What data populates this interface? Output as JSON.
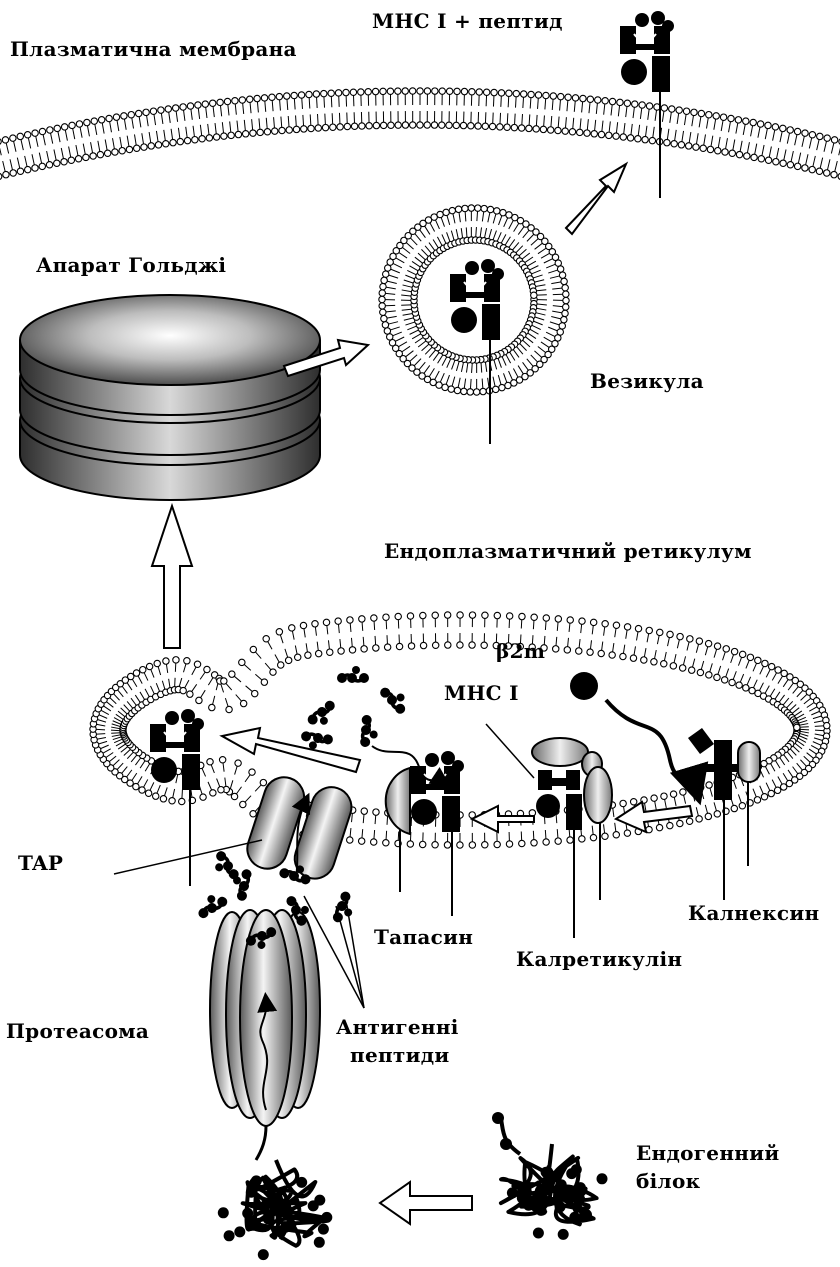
{
  "labels": {
    "plasma_membrane": "Плазматична мембрана",
    "mhc_peptide": "MHC I + пептид",
    "golgi": "Апарат Гольджі",
    "vesicle": "Везикула",
    "er": "Ендоплазматичний ретикулум",
    "b2m": "β2m",
    "mhc1": "MHC I",
    "tap": "TAP",
    "tapasin": "Тапасин",
    "calnexin": "Калнексин",
    "calreticulin": "Калретикулін",
    "proteasome": "Протеасома",
    "antigen_peptides_line1": "Антигенні",
    "antigen_peptides_line2": "пептиди",
    "endogenous_protein_line1": "Ендогенний",
    "endogenous_protein_line2": "білок"
  },
  "colors": {
    "ink": "#000000",
    "paper": "#ffffff",
    "golgi_light": "#ffffff",
    "golgi_dark": "#3a3a3a",
    "cylinder_light": "#f4f4f4",
    "cylinder_dark": "#5a5a5a"
  }
}
